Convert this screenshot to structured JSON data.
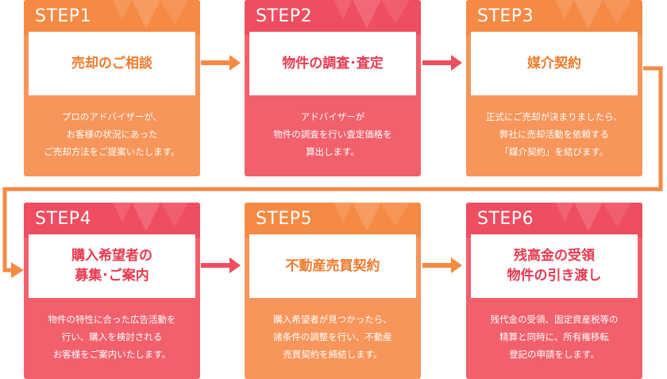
{
  "colors": {
    "orange": "#f7955a",
    "orange_dark": "#f58a44",
    "red": "#f2606c",
    "red_dark": "#ef4d60",
    "arrow_orange": "#f58a44",
    "arrow_red": "#ef4d60"
  },
  "steps": [
    {
      "label": "STEP1",
      "title_lines": [
        "売却のご相談"
      ],
      "desc_lines": [
        "プロのアドバイザーが、",
        "お客様の状況にあった",
        "ご売却方法をご提案いたします。"
      ]
    },
    {
      "label": "STEP2",
      "title_lines": [
        "物件の調査･査定"
      ],
      "desc_lines": [
        "アドバイザーが",
        "物件の調査を行い査定価格を",
        "算出します。"
      ]
    },
    {
      "label": "STEP3",
      "title_lines": [
        "媒介契約"
      ],
      "desc_lines": [
        "正式にご売却が決まりましたら、",
        "弊社に売却活動を依頼する",
        "「媒介契約」を結びます。"
      ]
    },
    {
      "label": "STEP4",
      "title_lines": [
        "購入希望者の",
        "募集･ご案内"
      ],
      "desc_lines": [
        "物件の特性に合った広告活動を",
        "行い、購入を検討される",
        "お客様をご案内いたします。"
      ]
    },
    {
      "label": "STEP5",
      "title_lines": [
        "不動産売買契約"
      ],
      "desc_lines": [
        "購入希望者が見つかったら、",
        "諸条件の調整を行い、不動産",
        "売買契約を締結します。"
      ]
    },
    {
      "label": "STEP6",
      "title_lines": [
        "残高金の受領",
        "物件の引き渡し"
      ],
      "desc_lines": [
        "残代金の受領、固定資産税等の",
        "精算と同時に、所有権移転",
        "登記の申請をします。"
      ]
    }
  ]
}
